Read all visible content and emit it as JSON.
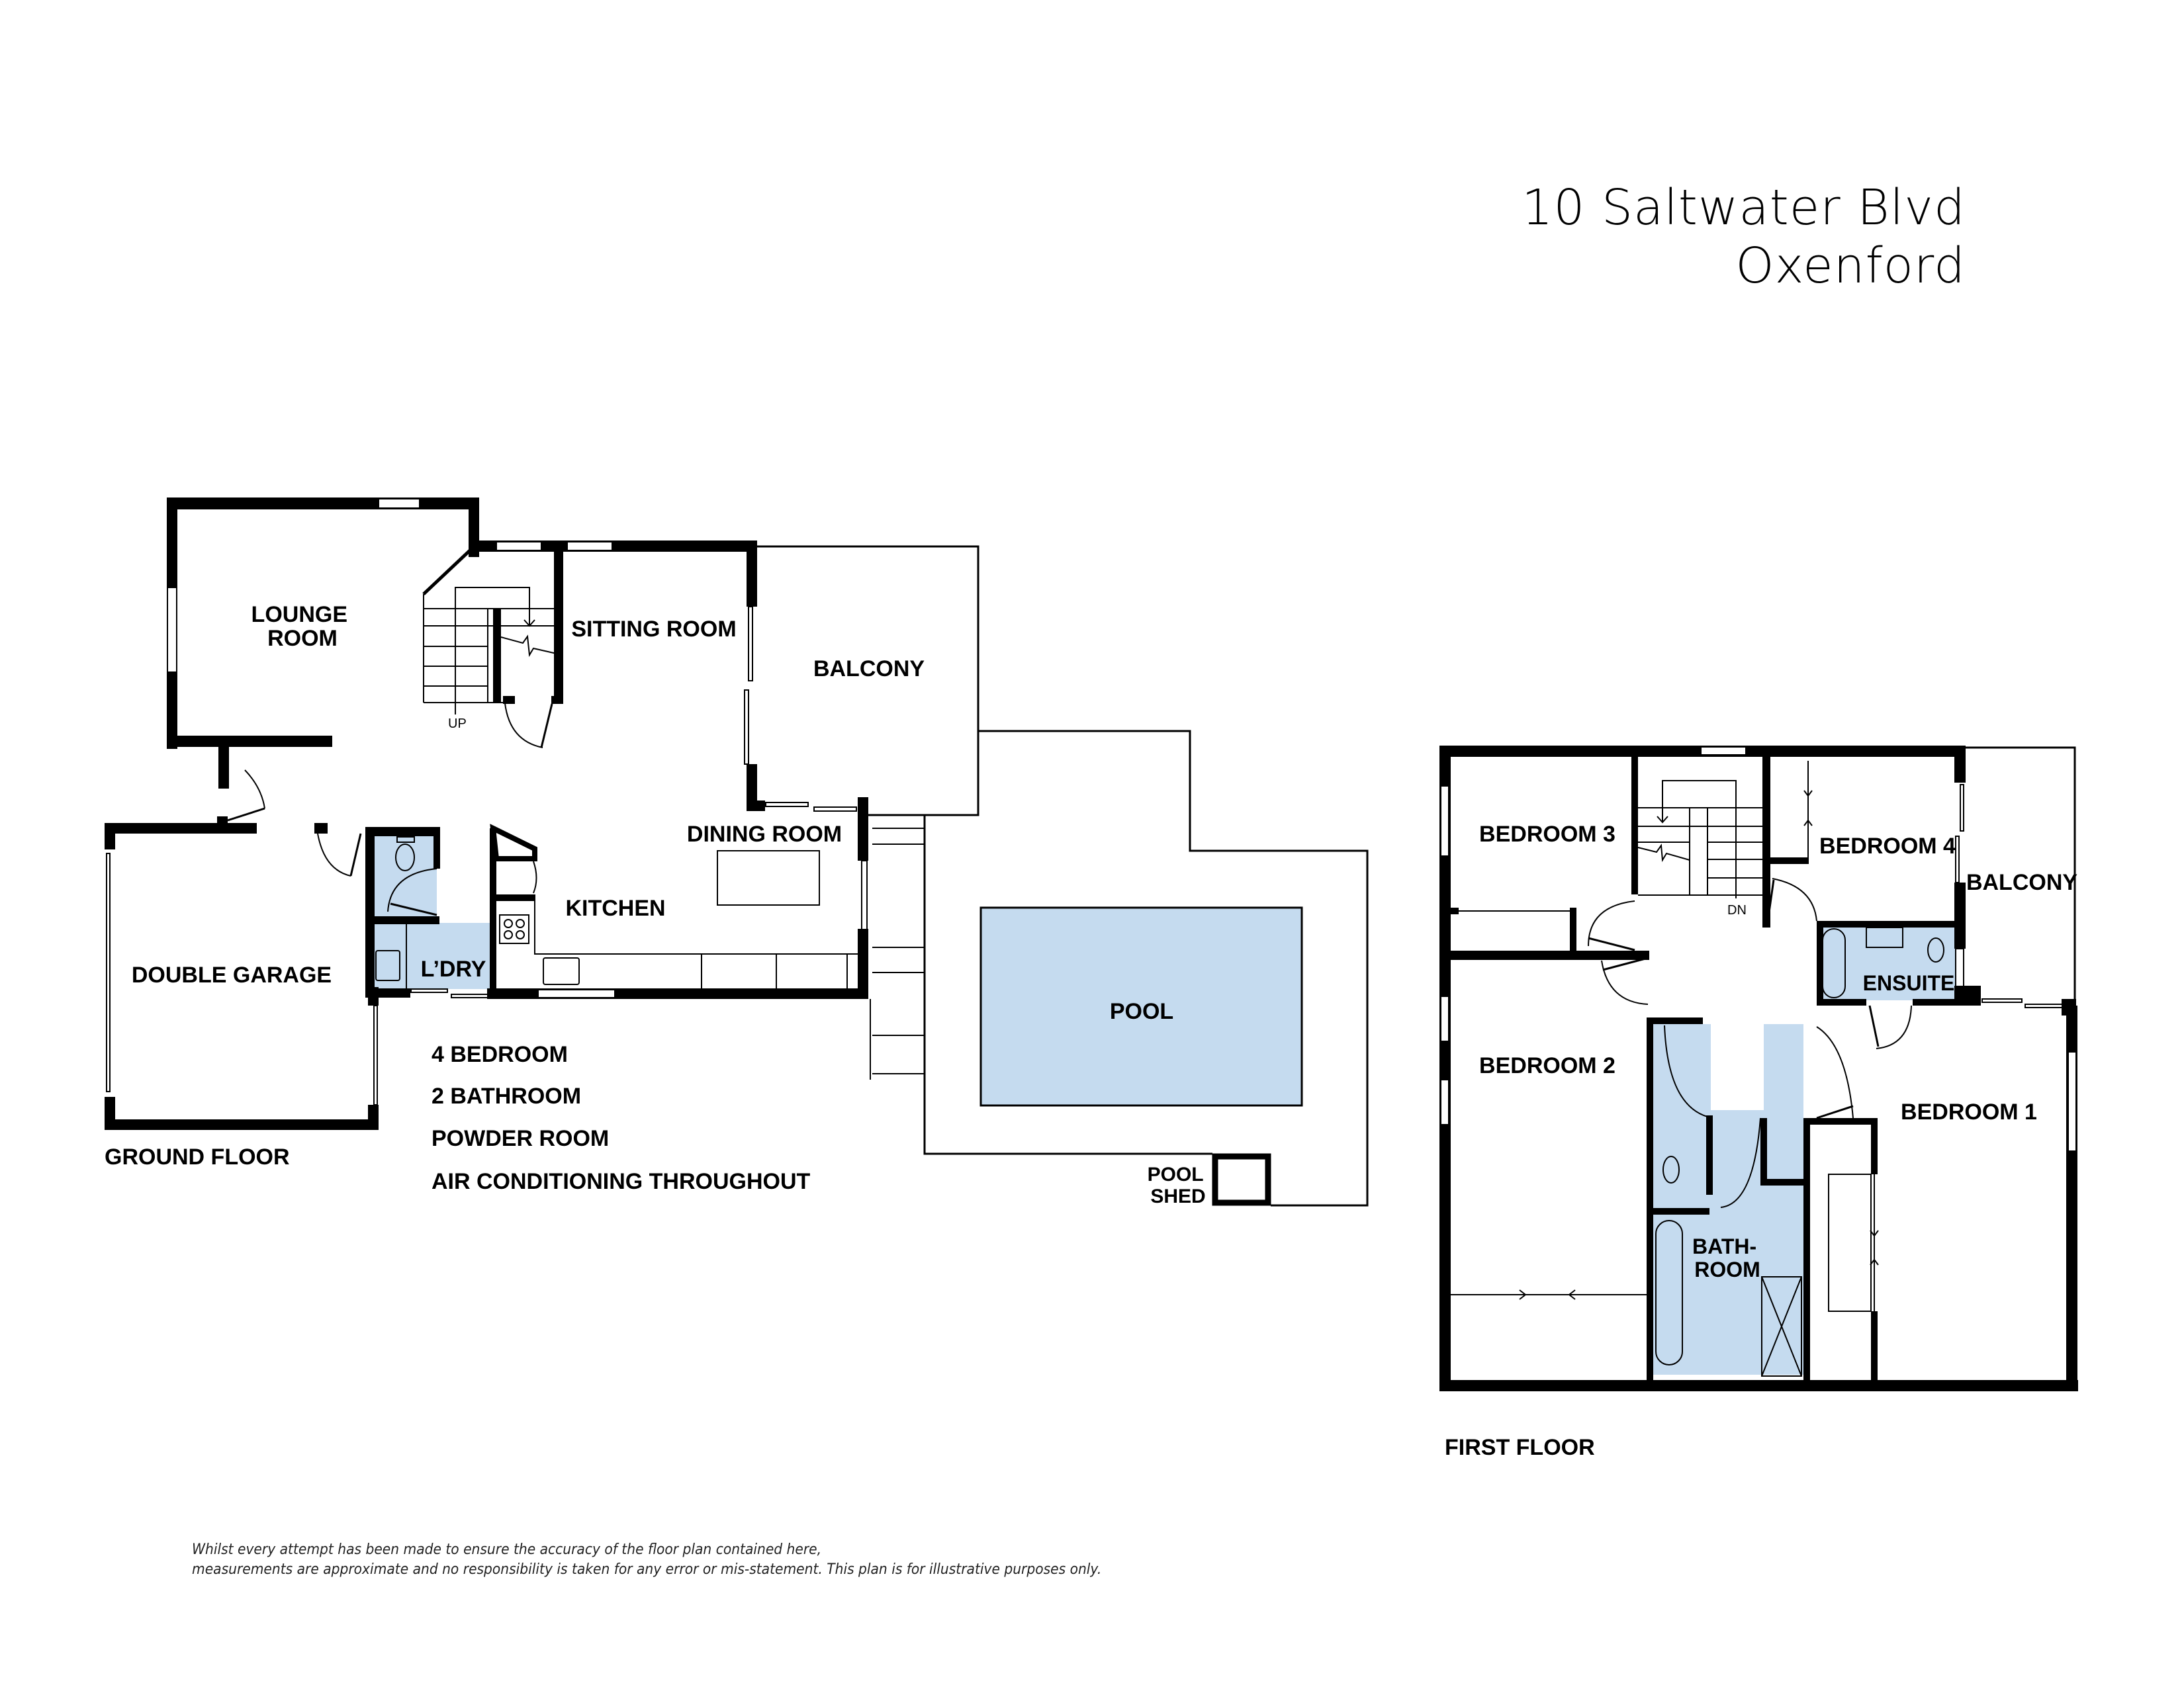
{
  "title": {
    "address_line1": "10 Saltwater Blvd",
    "address_line2": "Oxenford"
  },
  "colors": {
    "wet_area_fill": "#c5dbef",
    "wall": "#000000",
    "background": "#ffffff"
  },
  "ground_floor": {
    "label": "GROUND FLOOR",
    "rooms": {
      "lounge": [
        "LOUNGE",
        "ROOM"
      ],
      "sitting": "SITTING ROOM",
      "balcony": "BALCONY",
      "dining": "DINING ROOM",
      "kitchen": "KITCHEN",
      "laundry": "L’DRY",
      "garage": "DOUBLE GARAGE",
      "pool": "POOL",
      "pool_shed": [
        "POOL",
        "SHED"
      ]
    },
    "stairs_label": "UP"
  },
  "features": [
    "4 BEDROOM",
    "2 BATHROOM",
    "POWDER ROOM",
    "AIR CONDITIONING THROUGHOUT"
  ],
  "first_floor": {
    "label": "FIRST FLOOR",
    "rooms": {
      "bedroom3": "BEDROOM 3",
      "bedroom4": "BEDROOM 4",
      "balcony": "BALCONY",
      "ensuite": "ENSUITE",
      "bedroom2": "BEDROOM 2",
      "bathroom": [
        "BATH-",
        "ROOM"
      ],
      "bedroom1": "BEDROOM 1"
    },
    "stairs_label": "DN"
  },
  "disclaimer": {
    "line1": "Whilst every attempt has been made to ensure the accuracy of the floor plan contained here,",
    "line2": "measurements are approximate and  no responsibility is taken for any error or mis-statement. This plan is for illustrative purposes only."
  }
}
